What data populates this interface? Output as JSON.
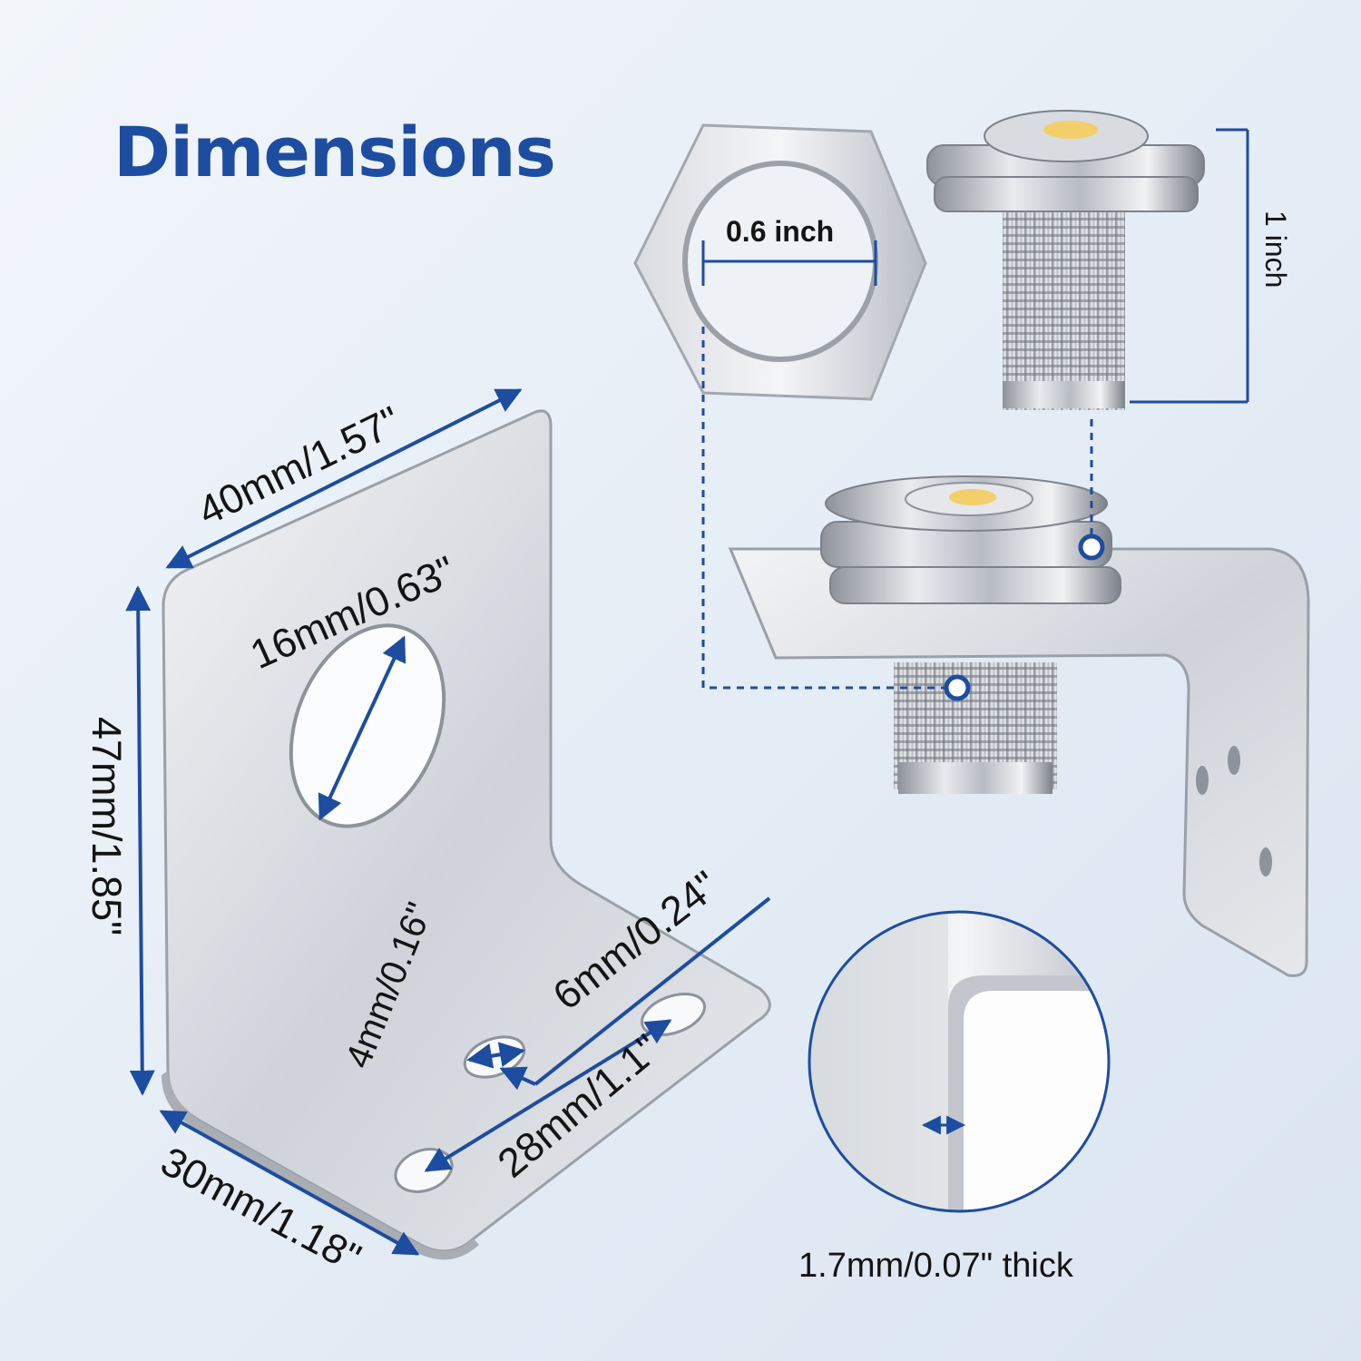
{
  "title": "Dimensions",
  "accent_color": "#1d4da0",
  "labels": {
    "nut_inner_diameter": "0.6 inch",
    "connector_height": "1 inch",
    "bracket_width": "40mm/1.57\"",
    "hole_diameter": "16mm/0.63\"",
    "bracket_height": "47mm/1.85\"",
    "bracket_depth": "30mm/1.18\"",
    "small_hole": "4mm/0.16\"",
    "slot_hole": "6mm/0.24\"",
    "hole_spacing": "28mm/1.1\"",
    "thickness": "1.7mm/0.07\" thick"
  }
}
